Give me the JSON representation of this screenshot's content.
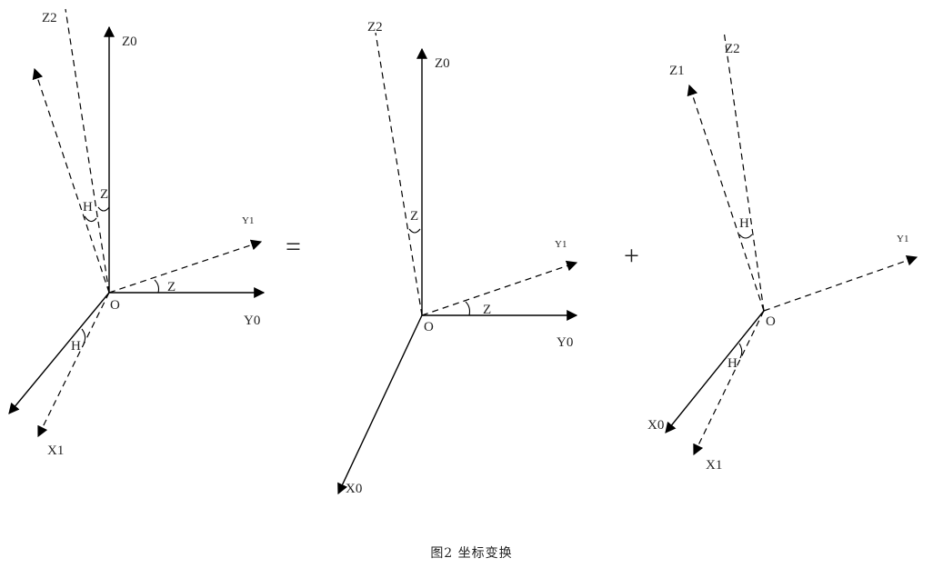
{
  "caption": "图2  坐标变换",
  "operators": {
    "equals": "=",
    "plus": "+"
  },
  "panel1": {
    "origin": "O",
    "z2": "Z2",
    "z0": "Z0",
    "y1": "Y1",
    "y0": "Y0",
    "x1": "X1",
    "angle_z_top": "Z",
    "angle_h_top": "H",
    "angle_z_bottom": "Z",
    "angle_h_bottom": "H"
  },
  "panel2": {
    "origin": "O",
    "z2": "Z2",
    "z0": "Z0",
    "y1": "Y1",
    "y0": "Y0",
    "x0": "X0",
    "angle_z_top": "Z",
    "angle_z_bottom": "Z"
  },
  "panel3": {
    "origin": "O",
    "z1": "Z1",
    "z2": "Z2",
    "y1": "Y1",
    "x0": "X0",
    "x1": "X1",
    "angle_h_top": "H",
    "angle_h_bottom": "H"
  }
}
